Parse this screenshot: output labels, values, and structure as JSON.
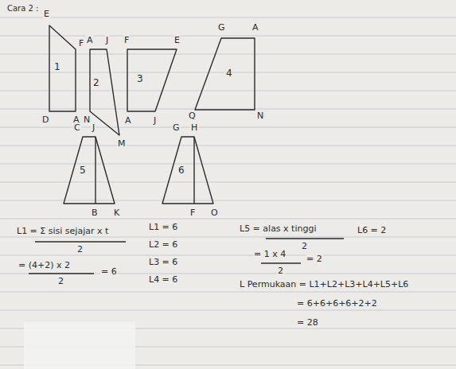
{
  "diagram": {
    "nodes": [
      {
        "text": [
          "1"
        ]
      },
      {
        "text": [
          "2"
        ]
      },
      {
        "text": [
          "3"
        ]
      },
      {
        "text": [
          "4"
        ]
      },
      {
        "text": [
          "5"
        ]
      },
      {
        "text": [
          "6"
        ]
      }
    ],
    "labels": [
      "Cara 2 :",
      "E",
      "F",
      "D",
      "A",
      "A",
      "J",
      "N",
      "M",
      "F",
      "E",
      "A",
      "J",
      "G",
      "A",
      "Q",
      "N",
      "C",
      "J",
      "B",
      "K",
      "G",
      "H",
      "F",
      "O",
      "L1 = Σ sisi sejajar x t",
      "2",
      "= (4+2) x 2",
      "2",
      "= 6",
      "L1 = 6",
      "L2 = 6",
      "L3 = 6",
      "L4 = 6",
      "L5 = alas x tinggi",
      "2",
      "= 1 x 4",
      "2",
      "= 2",
      "L6 = 2",
      "L Permukaan = L1+L2+L3+L4+L5+L6",
      "= 6+6+6+6+2+2",
      "= 28"
    ]
  }
}
